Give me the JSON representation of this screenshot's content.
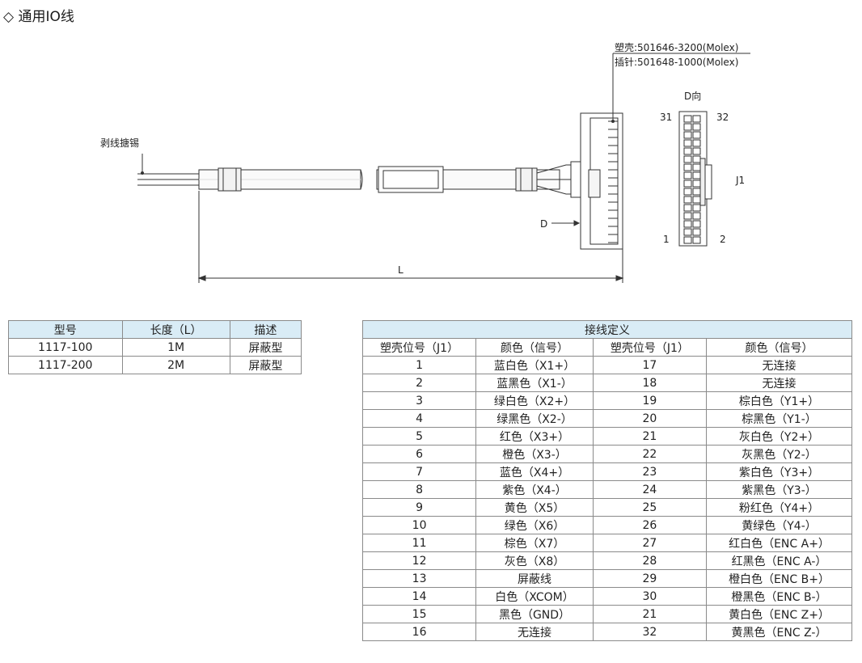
{
  "title": "◇ 通用IO线",
  "drawing": {
    "housing_label": "塑壳:501646-3200(Molex)",
    "pin_label": "插针:501648-1000(Molex)",
    "strip_label": "剥线搪锡",
    "view_label": "D向",
    "pin_31": "31",
    "pin_32": "32",
    "pin_1": "1",
    "pin_2": "2",
    "connector_label": "J1",
    "d_label": "D",
    "length_label": "L"
  },
  "model_table": {
    "headers": [
      "型号",
      "长度（L）",
      "描述"
    ],
    "rows": [
      [
        "1117-100",
        "1M",
        "屏蔽型"
      ],
      [
        "1117-200",
        "2M",
        "屏蔽型"
      ]
    ]
  },
  "wiring_table": {
    "caption": "接线定义",
    "headers": [
      "塑壳位号（J1）",
      "颜色（信号）",
      "塑壳位号（J1）",
      "颜色（信号）"
    ],
    "rows": [
      [
        "1",
        "蓝白色（X1+）",
        "17",
        "无连接"
      ],
      [
        "2",
        "蓝黑色（X1-）",
        "18",
        "无连接"
      ],
      [
        "3",
        "绿白色（X2+）",
        "19",
        "棕白色（Y1+）"
      ],
      [
        "4",
        "绿黑色（X2-）",
        "20",
        "棕黑色（Y1-）"
      ],
      [
        "5",
        "红色（X3+）",
        "21",
        "灰白色（Y2+）"
      ],
      [
        "6",
        "橙色（X3-）",
        "22",
        "灰黑色（Y2-）"
      ],
      [
        "7",
        "蓝色（X4+）",
        "23",
        "紫白色（Y3+）"
      ],
      [
        "8",
        "紫色（X4-）",
        "24",
        "紫黑色（Y3-）"
      ],
      [
        "9",
        "黄色（X5）",
        "25",
        "粉红色（Y4+）"
      ],
      [
        "10",
        "绿色（X6）",
        "26",
        "黄绿色（Y4-）"
      ],
      [
        "11",
        "棕色（X7）",
        "27",
        "红白色（ENC A+）"
      ],
      [
        "12",
        "灰色（X8）",
        "28",
        "红黑色（ENC A-）"
      ],
      [
        "13",
        "屏蔽线",
        "29",
        "橙白色（ENC B+）"
      ],
      [
        "14",
        "白色（XCOM）",
        "30",
        "橙黑色（ENC B-）"
      ],
      [
        "15",
        "黑色（GND）",
        "21",
        "黄白色（ENC Z+）"
      ],
      [
        "16",
        "无连接",
        "32",
        "黄黑色（ENC Z-）"
      ]
    ]
  }
}
